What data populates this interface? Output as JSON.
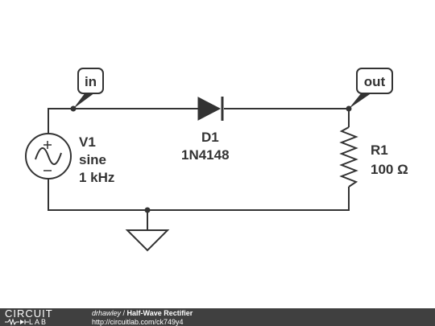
{
  "schematic": {
    "source": {
      "name": "V1",
      "type": "sine",
      "frequency": "1 kHz"
    },
    "diode": {
      "name": "D1",
      "part": "1N4148"
    },
    "resistor": {
      "name": "R1",
      "value": "100 Ω"
    },
    "labels": {
      "in": "in",
      "out": "out"
    }
  },
  "footer": {
    "logo_top": "CIRCUIT",
    "logo_bottom": "LAB",
    "author": "drhawley",
    "separator": " / ",
    "title": "Half-Wave Rectifier",
    "url": "http://circuitlab.com/ck749y4"
  },
  "colors": {
    "wire": "#333333",
    "footer_bg": "#404040",
    "footer_text": "#ffffff"
  }
}
